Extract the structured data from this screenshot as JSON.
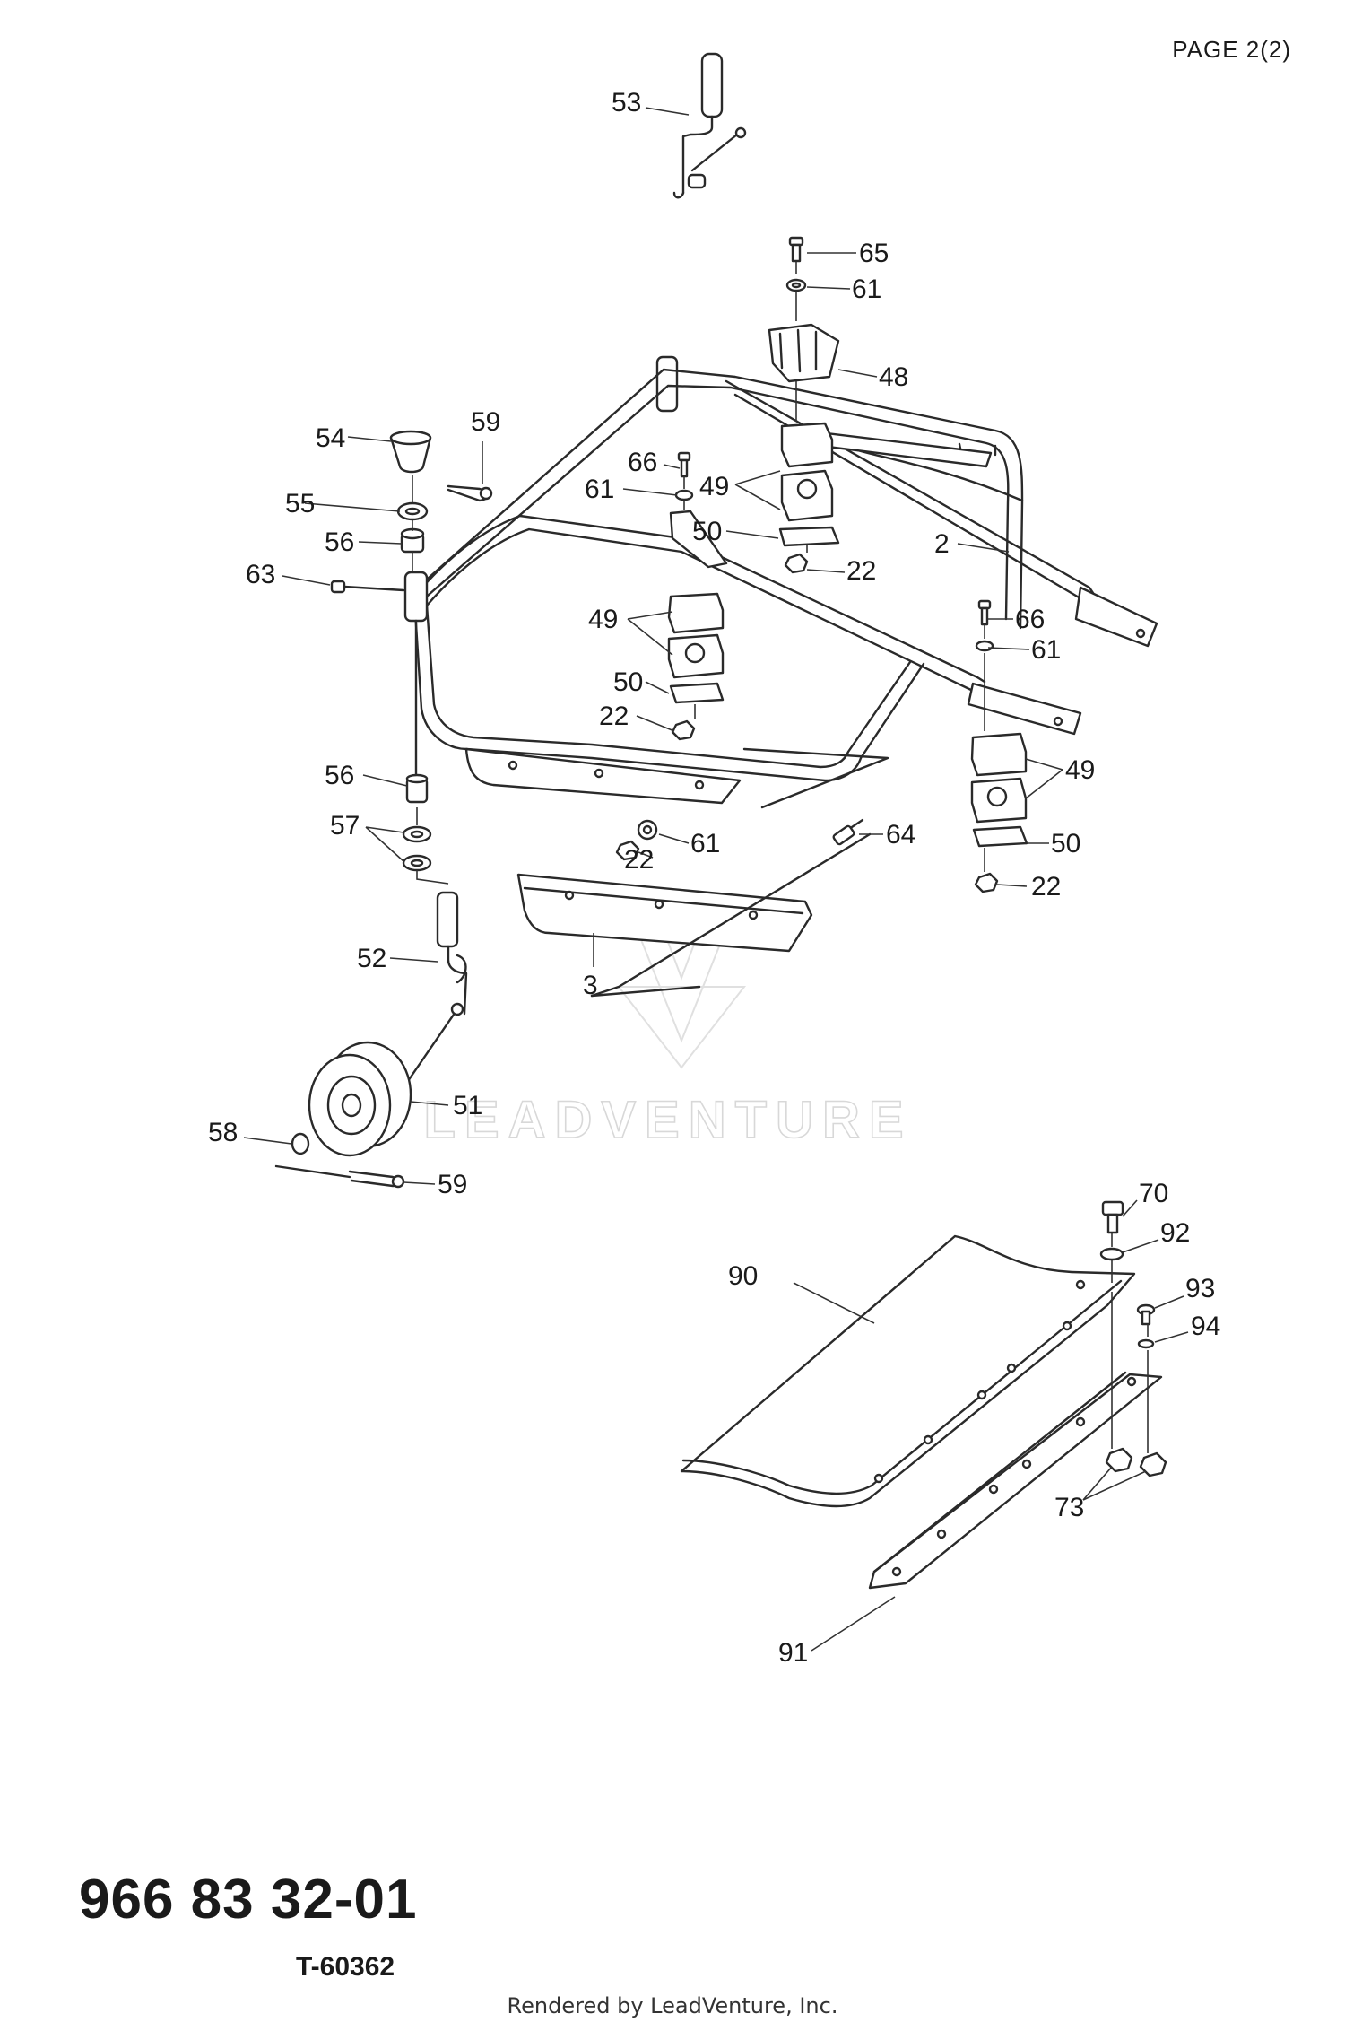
{
  "header": {
    "page_label": "PAGE  2(2)"
  },
  "footer": {
    "part_number": "966 83 32-01",
    "drawing_id": "T-60362",
    "rendered_by": "Rendered by LeadVenture, Inc."
  },
  "watermark": {
    "text": "LEADVENTURE"
  },
  "callouts": {
    "c53": "53",
    "c65": "65",
    "c61a": "61",
    "c48": "48",
    "c54": "54",
    "c59a": "59",
    "c66a": "66",
    "c61b": "61",
    "c49a": "49",
    "c55": "55",
    "c50a": "50",
    "c2": "2",
    "c56a": "56",
    "c22a": "22",
    "c63": "63",
    "c66b": "66",
    "c61c": "61",
    "c49b": "49",
    "c50b": "50",
    "c22b": "22",
    "c56b": "56",
    "c49c": "49",
    "c57": "57",
    "c61d": "61",
    "c64": "64",
    "c22c": "22",
    "c50c": "50",
    "c22d": "22",
    "c52": "52",
    "c3": "3",
    "c51": "51",
    "c58": "58",
    "c59b": "59",
    "c70": "70",
    "c92": "92",
    "c90": "90",
    "c93": "93",
    "c94": "94",
    "c73": "73",
    "c91": "91"
  }
}
